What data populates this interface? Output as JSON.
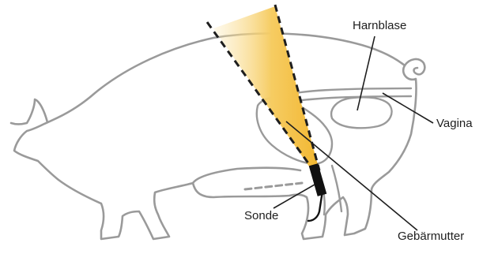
{
  "labels": {
    "bladder": "Harnblase",
    "vagina": "Vagina",
    "probe": "Sonde",
    "uterus": "Gebärmutter"
  },
  "colors": {
    "outline": "#9a9a9a",
    "leader": "#1e1e1e",
    "beam": "#f4bf44",
    "probe": "#111111"
  }
}
